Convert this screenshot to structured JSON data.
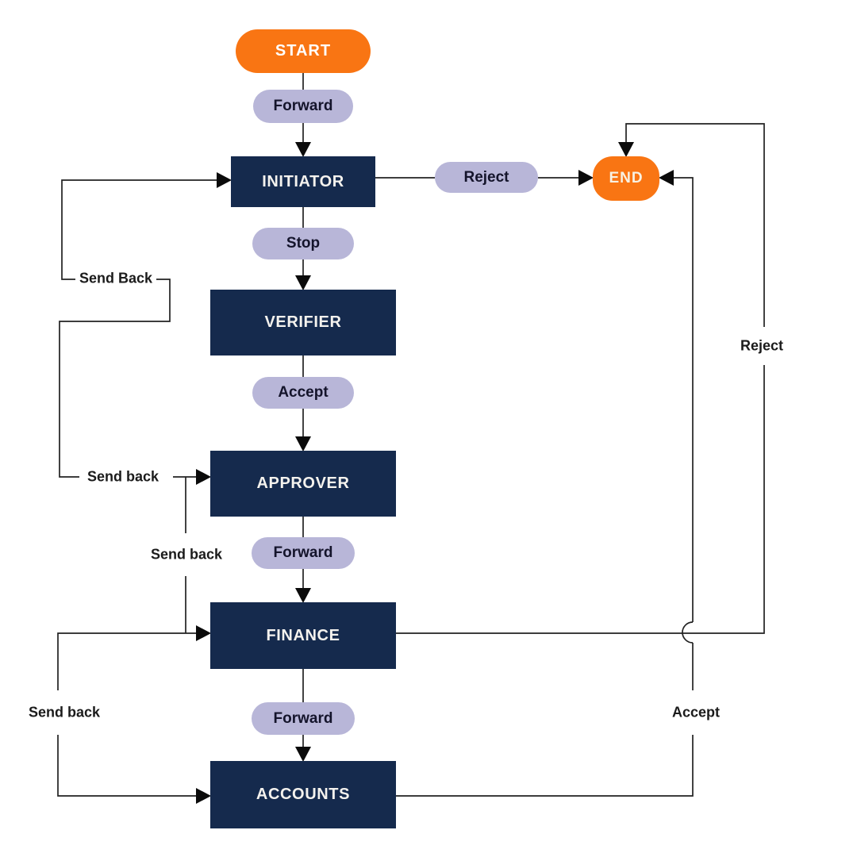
{
  "diagram": {
    "type": "flowchart",
    "colors": {
      "terminal_orange": "#F97513",
      "process_navy": "#152A4D",
      "action_lavender": "#B8B6D8",
      "line_black": "#222222",
      "label_text": "#1B1B1B",
      "process_text": "#F4F2EE",
      "end_text": "#F8F1E2"
    },
    "nodes": {
      "start": {
        "label": "START"
      },
      "initiator": {
        "label": "INITIATOR"
      },
      "verifier": {
        "label": "VERIFIER"
      },
      "approver": {
        "label": "APPROVER"
      },
      "finance": {
        "label": "FINANCE"
      },
      "accounts": {
        "label": "ACCOUNTS"
      },
      "end": {
        "label": "END"
      }
    },
    "action_pills": {
      "forward_start": "Forward",
      "reject": "Reject",
      "stop": "Stop",
      "accept": "Accept",
      "forward_approver": "Forward",
      "forward_finance": "Forward"
    },
    "edge_labels": {
      "send_back_1": "Send Back",
      "send_back_2": "Send back",
      "send_back_3": "Send back",
      "send_back_4": "Send back",
      "reject_line": "Reject",
      "accept_line": "Accept"
    }
  }
}
